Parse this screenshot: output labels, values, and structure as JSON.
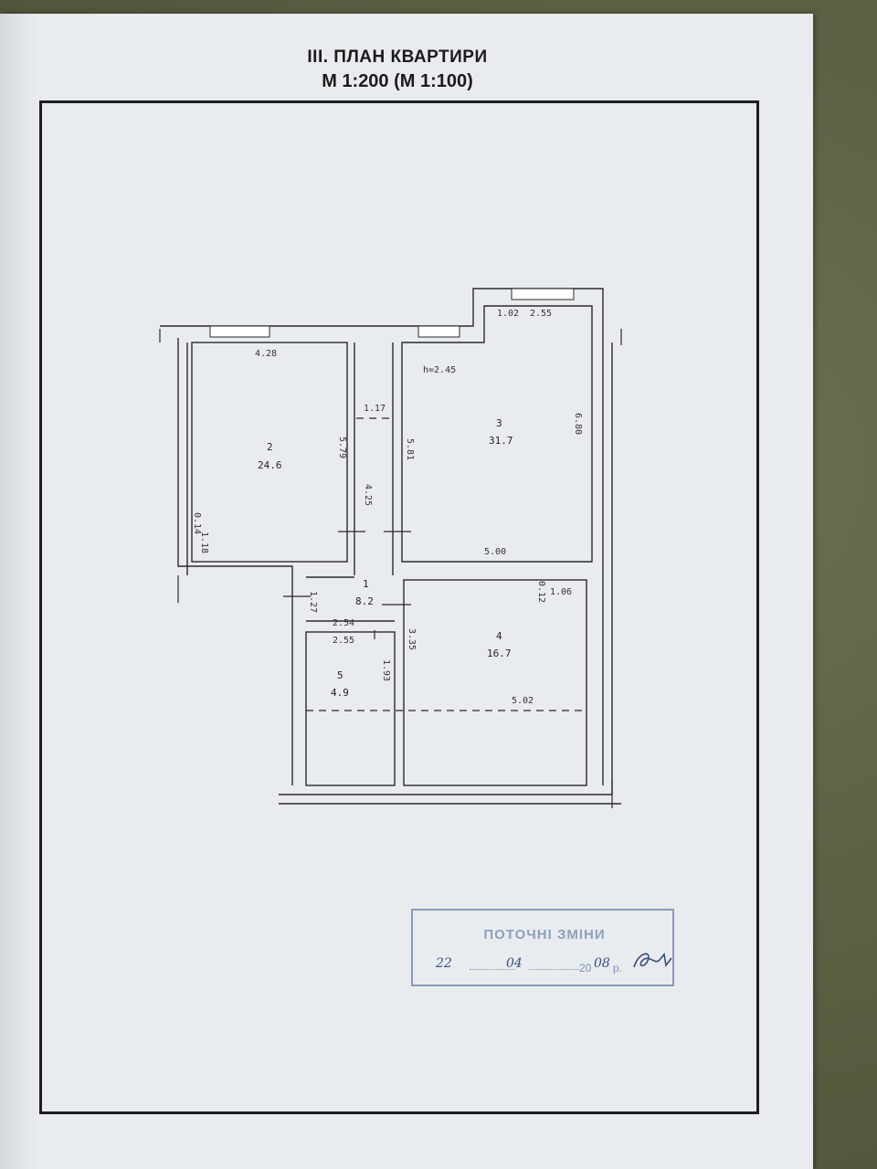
{
  "header": {
    "title": "III. ПЛАН КВАРТИРИ",
    "scale": "М 1:200 (М 1:100)"
  },
  "plan": {
    "height_note": "h=2.45",
    "rooms": [
      {
        "number": "1",
        "area": "8.2"
      },
      {
        "number": "2",
        "area": "24.6"
      },
      {
        "number": "3",
        "area": "31.7"
      },
      {
        "number": "4",
        "area": "16.7"
      },
      {
        "number": "5",
        "area": "4.9"
      }
    ],
    "dimensions": {
      "d_428": "4.28",
      "d_579": "5.79",
      "d_014": "0.14",
      "d_118": "1.18",
      "d_117": "1.17",
      "d_425": "4.25",
      "d_102": "1.02",
      "d_255_top": "2.55",
      "d_581": "5.81",
      "d_680": "6.80",
      "d_500": "5.00",
      "d_127": "1.27",
      "d_254": "2.54",
      "d_255": "2.55",
      "d_335": "3.35",
      "d_193": "1.93",
      "d_012": "0.12",
      "d_106": "1.06",
      "d_502": "5.02"
    }
  },
  "stamp": {
    "title": "ПОТОЧНІ ЗМІНИ",
    "day": "22",
    "month": "04",
    "year_prefix": "20",
    "year_suffix": "08",
    "year_unit": "р.",
    "color": "#7f93b6"
  }
}
